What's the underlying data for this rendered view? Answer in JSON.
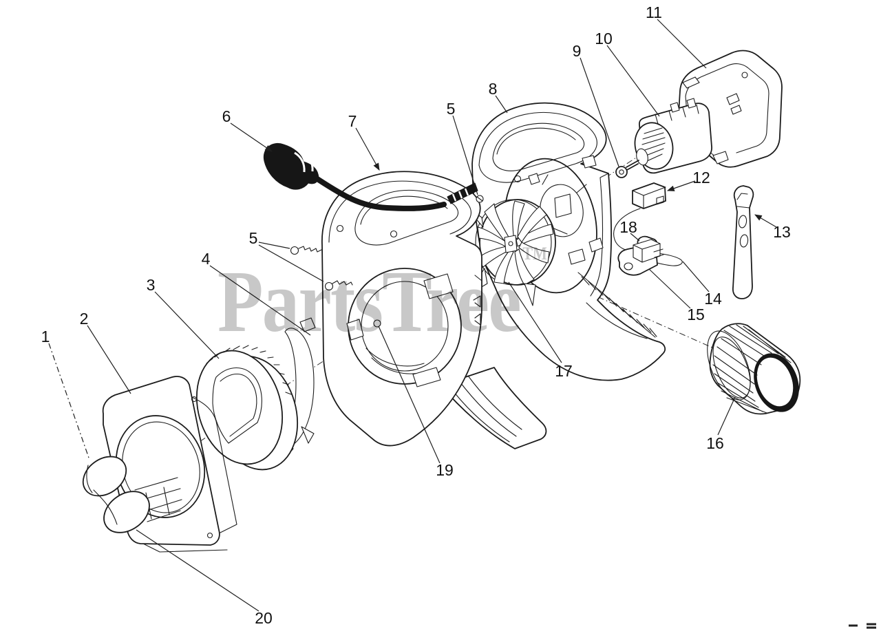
{
  "watermark": {
    "text": "PartsTree",
    "tm": "TM",
    "color": "#c8c8c8"
  },
  "diagram": {
    "callouts": [
      {
        "label": "1"
      },
      {
        "label": "2"
      },
      {
        "label": "3"
      },
      {
        "label": "4"
      },
      {
        "label": "5"
      },
      {
        "label": "6"
      },
      {
        "label": "7"
      },
      {
        "label": "5"
      },
      {
        "label": "8"
      },
      {
        "label": "9"
      },
      {
        "label": "10"
      },
      {
        "label": "11"
      },
      {
        "label": "12"
      },
      {
        "label": "13"
      },
      {
        "label": "18"
      },
      {
        "label": "14"
      },
      {
        "label": "15"
      },
      {
        "label": "17"
      },
      {
        "label": "16"
      },
      {
        "label": "19"
      },
      {
        "label": "20"
      }
    ]
  }
}
